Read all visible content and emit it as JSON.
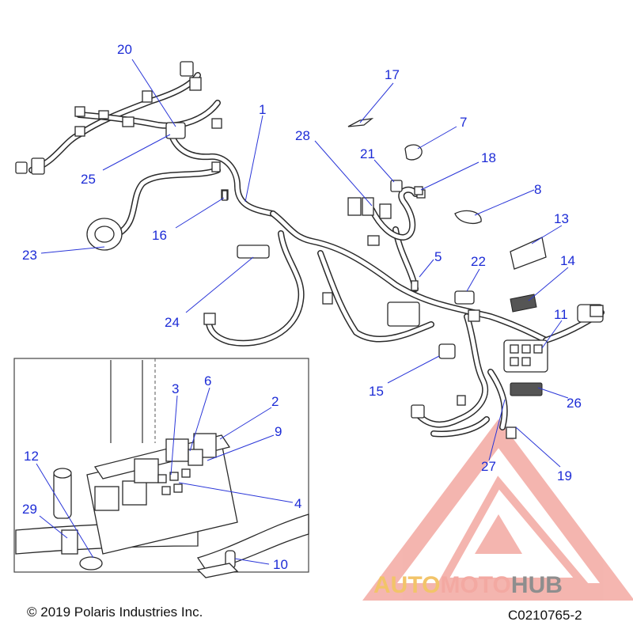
{
  "footer": {
    "copyright": "© 2019 Polaris Industries Inc.",
    "figure_code": "C0210765-2"
  },
  "watermark": {
    "part1": "AUTO",
    "part2": "MOTO",
    "part3": "HUB",
    "color_primary": "#f3a9a2",
    "color_secondary": "#f2c469",
    "color_tertiary": "#8e8e8e"
  },
  "callouts": {
    "c1": "1",
    "c2": "2",
    "c3": "3",
    "c4": "4",
    "c5": "5",
    "c6": "6",
    "c7": "7",
    "c8": "8",
    "c9": "9",
    "c10": "10",
    "c11": "11",
    "c12": "12",
    "c13": "13",
    "c14": "14",
    "c15": "15",
    "c16": "16",
    "c17": "17",
    "c18": "18",
    "c19": "19",
    "c20": "20",
    "c21": "21",
    "c22": "22",
    "c23": "23",
    "c24": "24",
    "c25": "25",
    "c26": "26",
    "c27": "27",
    "c28": "28",
    "c29": "29"
  },
  "colors": {
    "callout_blue": "#1c2bd6"
  }
}
